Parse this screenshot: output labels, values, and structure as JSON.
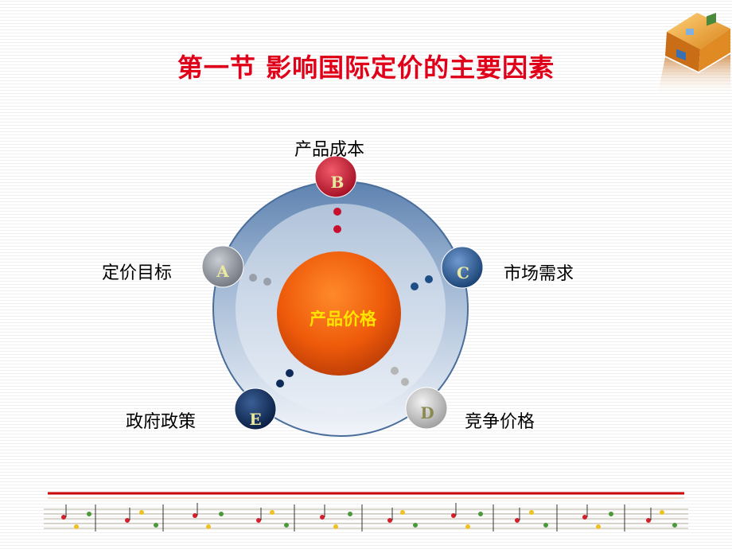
{
  "slide": {
    "title": "第一节 影响国际定价的主要因素"
  },
  "diagram": {
    "center": {
      "label": "产品价格"
    },
    "nodes": [
      {
        "letter": "A",
        "label": "定价目标",
        "color": "#8a8f99"
      },
      {
        "letter": "B",
        "label": "产品成本",
        "color": "#c8102e"
      },
      {
        "letter": "C",
        "label": "市场需求",
        "color": "#1e4e86"
      },
      {
        "letter": "D",
        "label": "竞争价格",
        "color": "#b9b9b9"
      },
      {
        "letter": "E",
        "label": "政府政策",
        "color": "#0d2a5a"
      }
    ]
  },
  "colors": {
    "title": "#e0001a",
    "center": "#f06010",
    "ring_top": "#5d82b0",
    "ring_bottom": "#eef2f8"
  }
}
